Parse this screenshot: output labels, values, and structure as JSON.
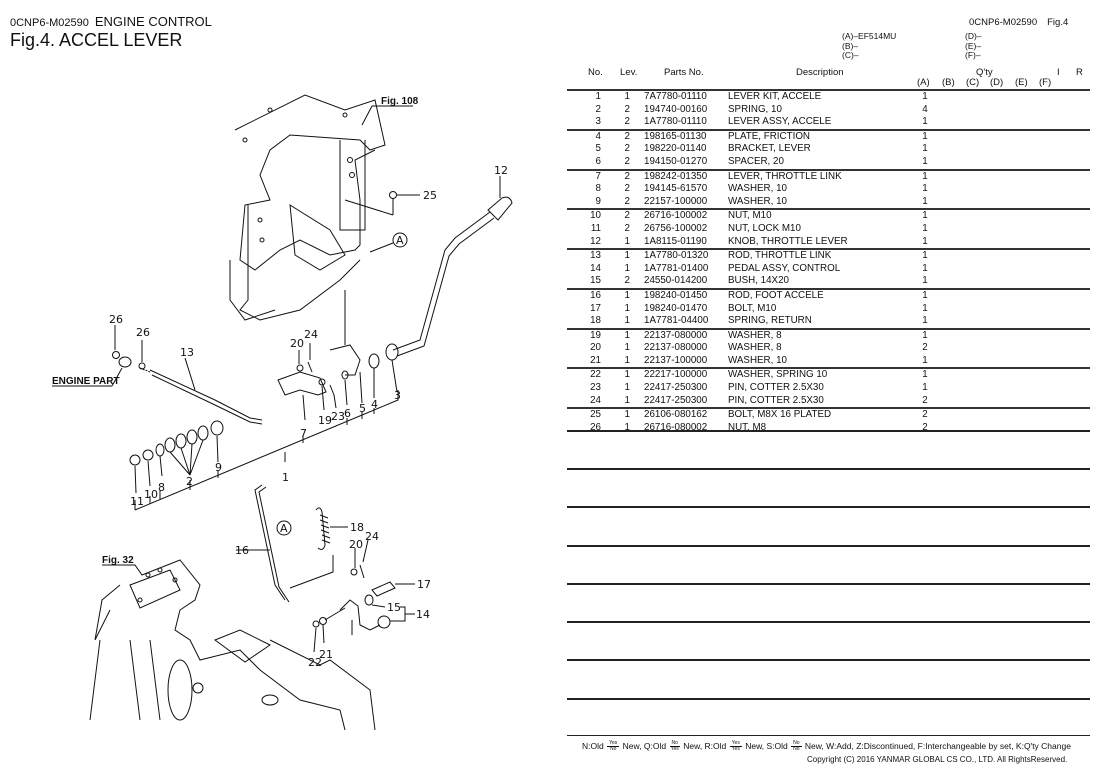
{
  "header": {
    "catalog_code": "0CNP6-M02590",
    "section": "ENGINE CONTROL",
    "figure_title": "Fig.4.  ACCEL LEVER",
    "right_code": "0CNP6-M02590",
    "right_fig": "Fig.4"
  },
  "models": {
    "A": "(A)–EF514MU",
    "B": "(B)–",
    "C": "(C)–",
    "D": "(D)–",
    "E": "(E)–",
    "F": "(F)–"
  },
  "table": {
    "headers": {
      "no": "No.",
      "lev": "Lev.",
      "part_no": "Parts No.",
      "description": "Description",
      "qty": "Q'ty",
      "a": "(A)",
      "b": "(B)",
      "c": "(C)",
      "d": "(D)",
      "e": "(E)",
      "f": "(F)",
      "i": "I",
      "r": "R"
    },
    "groups": [
      [
        {
          "no": "1",
          "lev": "1",
          "part": "7A7780-01110",
          "desc": "LEVER KIT, ACCELE",
          "qa": "1"
        },
        {
          "no": "2",
          "lev": "2",
          "part": "194740-00160",
          "desc": "SPRING, 10",
          "qa": "4"
        },
        {
          "no": "3",
          "lev": "2",
          "part": "1A7780-01110",
          "desc": "LEVER ASSY, ACCELE",
          "qa": "1"
        }
      ],
      [
        {
          "no": "4",
          "lev": "2",
          "part": "198165-01130",
          "desc": "PLATE, FRICTION",
          "qa": "1"
        },
        {
          "no": "5",
          "lev": "2",
          "part": "198220-01140",
          "desc": "BRACKET, LEVER",
          "qa": "1"
        },
        {
          "no": "6",
          "lev": "2",
          "part": "194150-01270",
          "desc": "SPACER, 20",
          "qa": "1"
        }
      ],
      [
        {
          "no": "7",
          "lev": "2",
          "part": "198242-01350",
          "desc": "LEVER, THROTTLE LINK",
          "qa": "1"
        },
        {
          "no": "8",
          "lev": "2",
          "part": "194145-61570",
          "desc": "WASHER, 10",
          "qa": "1"
        },
        {
          "no": "9",
          "lev": "2",
          "part": "22157-100000",
          "desc": "WASHER, 10",
          "qa": "1"
        }
      ],
      [
        {
          "no": "10",
          "lev": "2",
          "part": "26716-100002",
          "desc": "NUT, M10",
          "qa": "1"
        },
        {
          "no": "11",
          "lev": "2",
          "part": "26756-100002",
          "desc": "NUT, LOCK M10",
          "qa": "1"
        },
        {
          "no": "12",
          "lev": "1",
          "part": "1A8115-01190",
          "desc": "KNOB, THROTTLE LEVER",
          "qa": "1"
        }
      ],
      [
        {
          "no": "13",
          "lev": "1",
          "part": "1A7780-01320",
          "desc": "ROD, THROTTLE LINK",
          "qa": "1"
        },
        {
          "no": "14",
          "lev": "1",
          "part": "1A7781-01400",
          "desc": "PEDAL ASSY, CONTROL",
          "qa": "1"
        },
        {
          "no": "15",
          "lev": "2",
          "part": "24550-014200",
          "desc": "BUSH, 14X20",
          "qa": "1"
        }
      ],
      [
        {
          "no": "16",
          "lev": "1",
          "part": "198240-01450",
          "desc": "ROD, FOOT ACCELE",
          "qa": "1"
        },
        {
          "no": "17",
          "lev": "1",
          "part": "198240-01470",
          "desc": "BOLT, M10",
          "qa": "1"
        },
        {
          "no": "18",
          "lev": "1",
          "part": "1A7781-04400",
          "desc": "SPRING, RETURN",
          "qa": "1"
        }
      ],
      [
        {
          "no": "19",
          "lev": "1",
          "part": "22137-080000",
          "desc": "WASHER,  8",
          "qa": "1"
        },
        {
          "no": "20",
          "lev": "1",
          "part": "22137-080000",
          "desc": "WASHER,  8",
          "qa": "2"
        },
        {
          "no": "21",
          "lev": "1",
          "part": "22137-100000",
          "desc": "WASHER, 10",
          "qa": "1"
        }
      ],
      [
        {
          "no": "22",
          "lev": "1",
          "part": "22217-100000",
          "desc": "WASHER, SPRING 10",
          "qa": "1"
        },
        {
          "no": "23",
          "lev": "1",
          "part": "22417-250300",
          "desc": "PIN, COTTER 2.5X30",
          "qa": "1"
        },
        {
          "no": "24",
          "lev": "1",
          "part": "22417-250300",
          "desc": "PIN, COTTER 2.5X30",
          "qa": "2"
        }
      ],
      [
        {
          "no": "25",
          "lev": "1",
          "part": "26106-080162",
          "desc": "BOLT, M8X 16 PLATED",
          "qa": "2"
        },
        {
          "no": "26",
          "lev": "1",
          "part": "26716-080002",
          "desc": "NUT, M8",
          "qa": "2"
        }
      ]
    ]
  },
  "diagram": {
    "fig_refs": {
      "top": "Fig. 108",
      "bottom": "Fig. 32"
    },
    "engine_part": "ENGINE PART",
    "marker": "A",
    "callouts": {
      "c1": "1",
      "c2": "2",
      "c3": "3",
      "c4": "4",
      "c5": "5",
      "c6": "6",
      "c7": "7",
      "c8": "8",
      "c9": "9",
      "c10": "10",
      "c11": "11",
      "c12": "12",
      "c13": "13",
      "c14": "14",
      "c15": "15",
      "c16": "16",
      "c17": "17",
      "c18": "18",
      "c19": "19",
      "c20a": "20",
      "c20b": "20",
      "c21": "21",
      "c22": "22",
      "c23": "23",
      "c24a": "24",
      "c24b": "24",
      "c25": "25",
      "c26a": "26",
      "c26b": "26"
    }
  },
  "footer": {
    "n": "N:Old",
    "new1": "New, Q:Old",
    "new2": "New, R:Old",
    "new3": "New, S:Old",
    "rest": "New, W:Add, Z:Discontinued, F:Interchangeable by set, K:Q'ty Change",
    "yes": "Yes",
    "no": "No",
    "copyright": "Copyright (C) 2016 YANMAR GLOBAL CS CO., LTD. All RightsReserved."
  }
}
